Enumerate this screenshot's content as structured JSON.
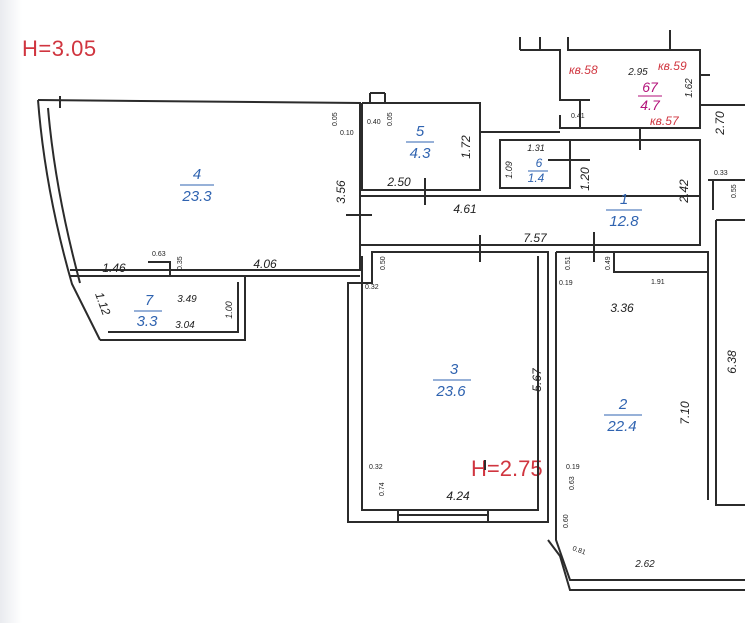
{
  "headers": {
    "ceiling_main": "H=3.05",
    "ceiling_rooms": "H=2.75"
  },
  "rooms": [
    {
      "id": "4",
      "area": "23.3"
    },
    {
      "id": "5",
      "area": "4.3"
    },
    {
      "id": "6",
      "area": "1.4"
    },
    {
      "id": "1",
      "area": "12.8"
    },
    {
      "id": "7",
      "area": "3.3"
    },
    {
      "id": "3",
      "area": "23.6"
    },
    {
      "id": "2",
      "area": "22.4"
    },
    {
      "id": "67",
      "area": "4.7"
    }
  ],
  "dims": {
    "d_3_56": "3.56",
    "d_1_72": "1.72",
    "d_2_50": "2.50",
    "d_4_61": "4.61",
    "d_1_31": "1.31",
    "d_1_09": "1.09",
    "d_1_20": "1.20",
    "d_2_42": "2.42",
    "d_7_57": "7.57",
    "d_1_46": "1.46",
    "d_4_06": "4.06",
    "d_3_49": "3.49",
    "d_3_04": "3.04",
    "d_1_00": "1.00",
    "d_1_12": "1.12",
    "d_5_67": "5.67",
    "d_4_24": "4.24",
    "d_3_36": "3.36",
    "d_7_10": "7.10",
    "d_2_62": "2.62",
    "d_6_38": "6.38",
    "d_2_95": "2.95",
    "d_1_62": "1.62",
    "d_2_70": "2.70",
    "s_0_63a": "0.63",
    "s_0_35": "0.35",
    "s_0_05a": "0.05",
    "s_0_10": "0.10",
    "s_0_40": "0.40",
    "s_0_05b": "0.05",
    "s_0_50": "0.50",
    "s_0_32a": "0.32",
    "s_0_32b": "0.32",
    "s_0_74": "0.74",
    "s_0_51": "0.51",
    "s_0_49": "0.49",
    "s_1_91": "1.91",
    "s_0_19a": "0.19",
    "s_0_19b": "0.19",
    "s_0_63b": "0.63",
    "s_0_60": "0.60",
    "s_0_81": "0.81",
    "s_0_41": "0.41",
    "s_0_33": "0.33",
    "s_0_55": "0.55"
  },
  "labels": {
    "kv58": "кв.58",
    "kv59": "кв.59",
    "kv57": "кв.57"
  },
  "colors": {
    "wall": "#2b2b2b",
    "room_text": "#2f63b0",
    "header_red": "#d0353f",
    "magenta": "#b3127a"
  }
}
